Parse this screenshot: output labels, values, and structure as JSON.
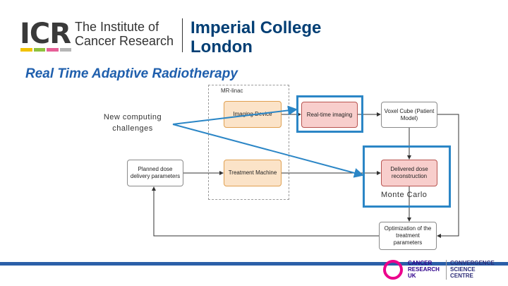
{
  "header": {
    "icr_logo": "ICR",
    "icr_name_line1": "The Institute of",
    "icr_name_line2": "Cancer Research",
    "imperial_line1": "Imperial College",
    "imperial_line2": "London",
    "icr_bar_colors": [
      "#f2c200",
      "#8fc13e",
      "#e65f97",
      "#b6b6b6"
    ]
  },
  "slide": {
    "title": "Real Time Adaptive Radiotherapy"
  },
  "diagram": {
    "group_label": "MR-linac",
    "nodes": {
      "imaging": "Imaging Device",
      "realtime": "Real-time imaging",
      "voxel": "Voxel Cube (Patient Model)",
      "planned": "Planned dose delivery parameters",
      "treatment": "Treatment Machine",
      "delivered": "Delivered dose reconstruction",
      "optim": "Optimization of the treatment parameters"
    }
  },
  "annotations": {
    "challenge_text": "New computing challenges",
    "monte_carlo": "Monte Carlo",
    "highlight_color": "#2b86c6"
  },
  "footer": {
    "cruk_line1": "CANCER",
    "cruk_line2": "RESEARCH",
    "cruk_line3": "UK",
    "csc_line1": "CONVERGENCE",
    "csc_line2": "SCIENCE",
    "csc_line3": "CENTRE"
  }
}
